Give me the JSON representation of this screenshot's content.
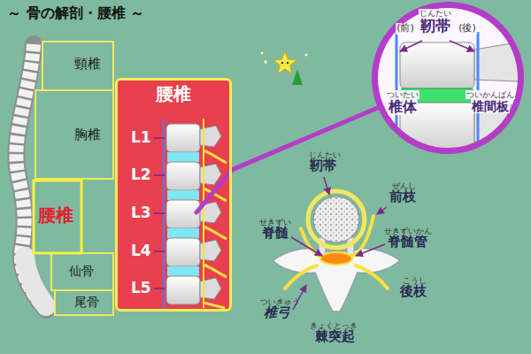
{
  "diagram": {
    "title": "～ 骨の解剖・腰椎 ～",
    "nodes": [
      {
        "text": [
          "腰椎",
          "L1",
          "L2",
          "L3",
          "L4",
          "L5"
        ]
      },
      {
        "text": [
          "(前)",
          "じんたい",
          "靭帯",
          "(後)",
          "ついたい",
          "椎体",
          "ついかんばん",
          "椎間板"
        ]
      }
    ],
    "edges": [
      {
        "from": 0,
        "to": 1,
        "arrow": "none"
      }
    ],
    "labels": [
      "頸椎",
      "胸椎",
      "腰椎",
      "仙骨",
      "尾骨",
      "じんたい",
      "靭帯",
      "ぜんし",
      "前枝",
      "せきずい",
      "脊髄",
      "せきずいかん",
      "脊髄管",
      "こうし",
      "後枝",
      "ついきゅう",
      "椎弓",
      "きょくとっき",
      "棘突起"
    ]
  }
}
